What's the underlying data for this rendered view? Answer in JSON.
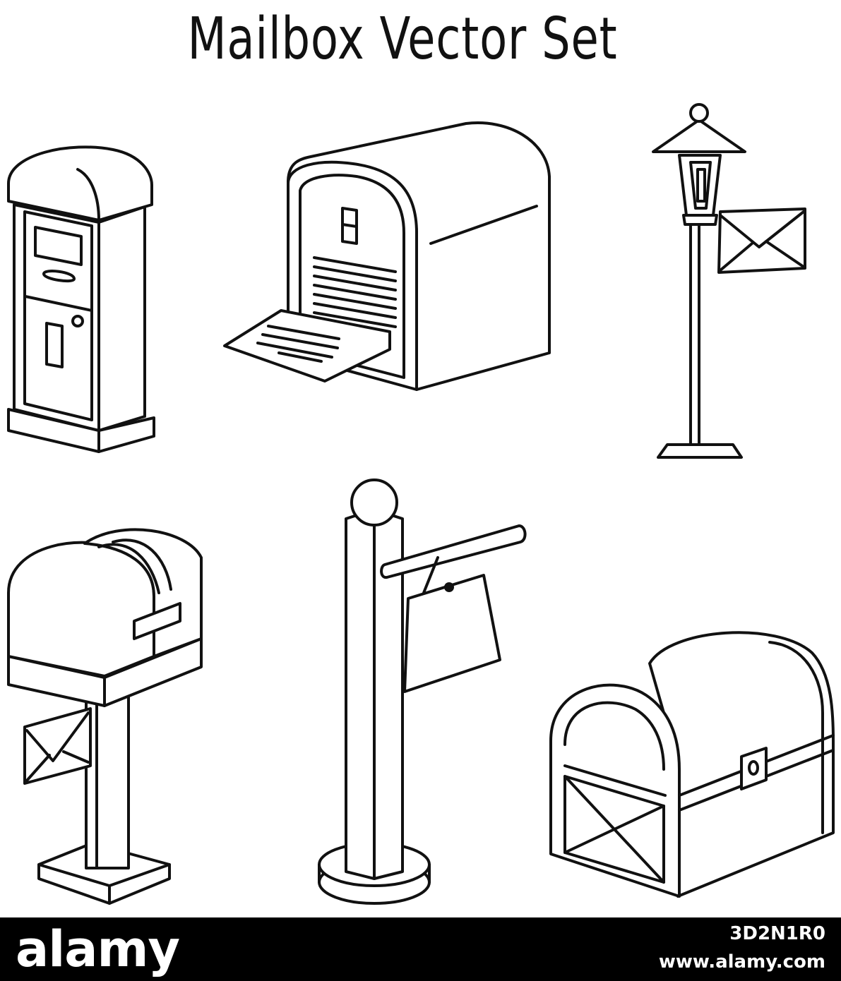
{
  "title": "Mailbox Vector Set",
  "footer": {
    "logo": "alamy",
    "image_id": "3D2N1R0",
    "site": "www.alamy.com"
  },
  "illustrations": [
    {
      "name": "postal-kiosk-mailbox-icon"
    },
    {
      "name": "open-box-mailbox-with-letter-icon"
    },
    {
      "name": "street-lamp-mailbox-icon"
    },
    {
      "name": "post-mounted-mailbox-icon"
    },
    {
      "name": "pole-with-hanging-sign-icon"
    },
    {
      "name": "chest-mailbox-icon"
    }
  ]
}
